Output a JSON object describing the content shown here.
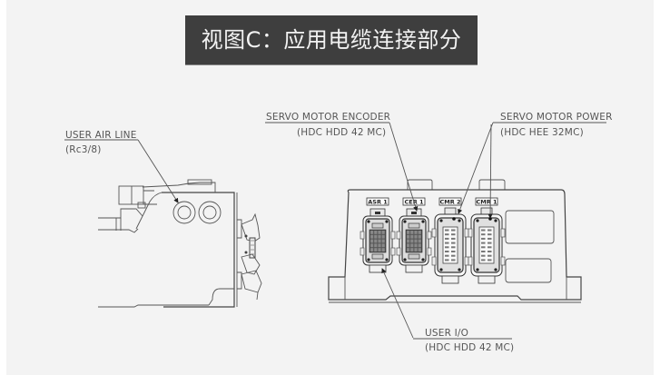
{
  "title": "视图C：应用电缆连接部分",
  "colors": {
    "panel_background": "#f3f3f3",
    "title_background": "#3e3e3e",
    "title_text": "#f2f2f2",
    "line": "#555555"
  },
  "callouts": {
    "user_air_line": {
      "name": "USER AIR LINE",
      "spec": "(Rc3/8)"
    },
    "servo_motor_encoder": {
      "name": "SERVO MOTOR ENCODER",
      "spec": "(HDC HDD 42 MC)"
    },
    "servo_motor_power": {
      "name": "SERVO MOTOR POWER",
      "spec": "(HDC HEE 32MC)"
    },
    "user_io": {
      "name": "USER I/O",
      "spec": "(HDC HDD 42 MC)"
    }
  },
  "connectors": [
    {
      "tag": "ASR 1",
      "type": "HDD"
    },
    {
      "tag": "CER 1",
      "type": "HDD"
    },
    {
      "tag": "CMR 2",
      "type": "HEE"
    },
    {
      "tag": "CMR 1",
      "type": "HEE"
    }
  ]
}
